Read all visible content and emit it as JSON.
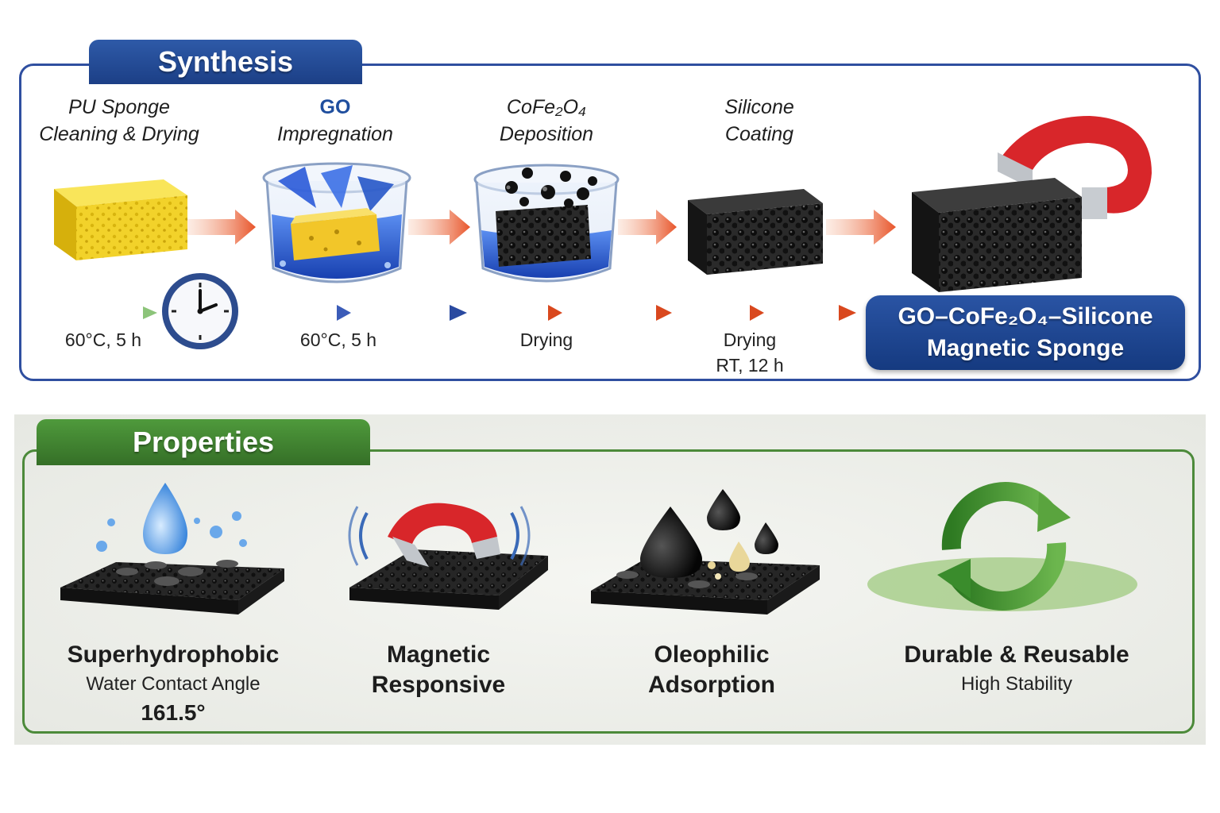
{
  "synthesis": {
    "heading": "Synthesis",
    "steps": [
      {
        "line1": "PU Sponge",
        "line2": "Cleaning & Drying"
      },
      {
        "line1": "GO",
        "line2": "Impregnation"
      },
      {
        "line1": "CoFe₂O₄",
        "line2": "Deposition"
      },
      {
        "line1": "Silicone",
        "line2": "Coating"
      }
    ],
    "conditions": [
      {
        "line1": "60°C, 5 h",
        "line2": ""
      },
      {
        "line1": "60°C, 5 h",
        "line2": ""
      },
      {
        "line1": "Drying",
        "line2": ""
      },
      {
        "line1": "Drying",
        "line2": "RT, 12 h"
      }
    ],
    "product": {
      "line1": "GO–CoFe₂O₄–Silicone",
      "line2": "Magnetic Sponge"
    }
  },
  "properties": {
    "heading": "Properties",
    "items": [
      {
        "title1": "Superhydrophobic",
        "title2": "",
        "sub": "Water Contact Angle",
        "value": "161.5°"
      },
      {
        "title1": "Magnetic",
        "title2": "Responsive",
        "sub": "",
        "value": ""
      },
      {
        "title1": "Oleophilic",
        "title2": "Adsorption",
        "sub": "",
        "value": ""
      },
      {
        "title1": "Durable & Reusable",
        "title2": "",
        "sub": "High Stability",
        "value": ""
      }
    ]
  },
  "icons": {
    "sponge": "yellow-sponge-icon",
    "beaker-go": "beaker-go-icon",
    "beaker-cofe": "beaker-particles-icon",
    "coated": "black-sponge-icon",
    "final": "magnet-sponge-icon",
    "clock": "clock-icon",
    "water": "water-drop-icon",
    "magnet": "magnet-icon",
    "oil": "oil-drop-icon",
    "recycle": "recycle-icon"
  },
  "colors": {
    "synthesis_blue": "#2f4fa0",
    "properties_green": "#4c8a3a",
    "arrow_orange": "#e8542a",
    "magnet_red": "#d8262a"
  }
}
